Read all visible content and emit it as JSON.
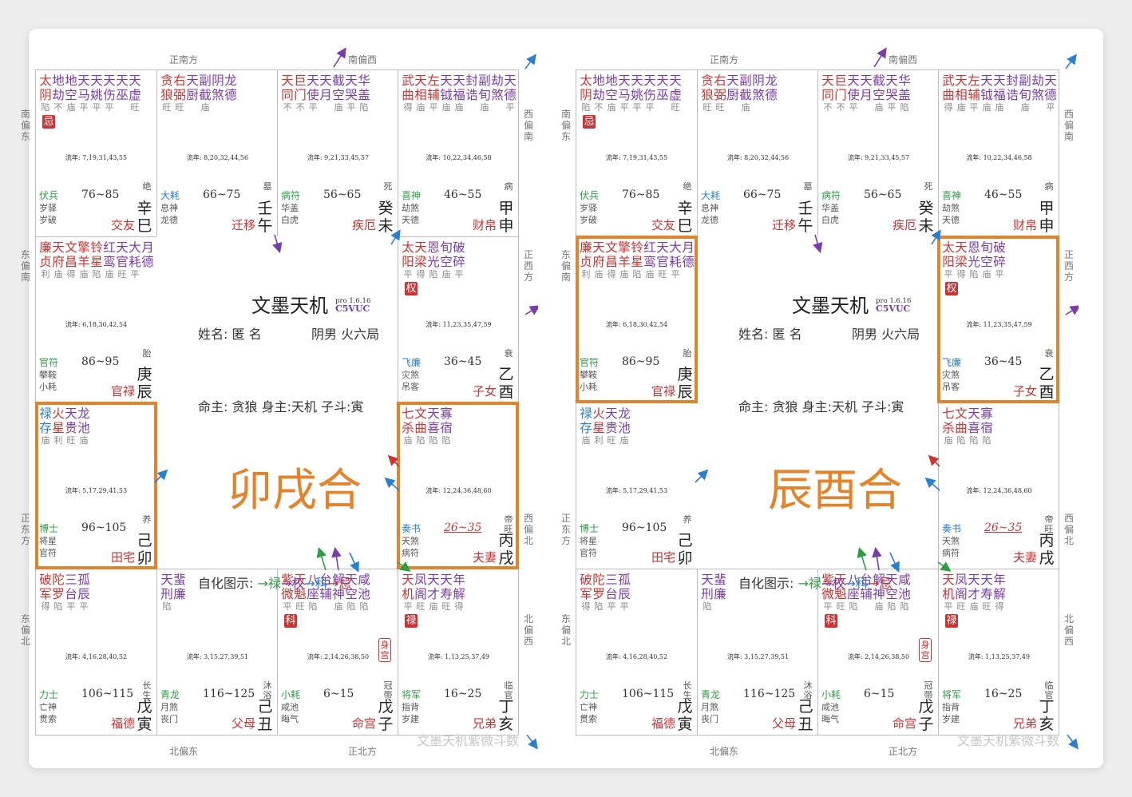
{
  "directions": {
    "top_left": "正南方",
    "top_right": "南偏西",
    "bottom_left": "北偏东",
    "bottom_right": "正北方",
    "left": [
      "南偏东",
      "东偏南",
      "正东方",
      "东偏北"
    ],
    "right": [
      "西偏南",
      "正西方",
      "西偏北",
      "北偏西"
    ]
  },
  "center": {
    "title": "文墨天机",
    "version": "pro 1.6.16",
    "code": "C5VUC",
    "name_line": "姓名: 匿 名",
    "gender_line": "阴男 火六局",
    "ming_line": "命主: 贪狼 身主:天机 子斗:寅",
    "zihua_label": "自化图示: ",
    "zihua_seq": [
      {
        "t": "→禄",
        "c": "#2e9e44"
      },
      {
        "t": "→权",
        "c": "#7a3cab"
      },
      {
        "t": "→科",
        "c": "#2a7fd1"
      },
      {
        "t": "→忌",
        "c": "#c33"
      }
    ]
  },
  "charts": [
    {
      "big_label": "卯戌合"
    },
    {
      "big_label": "辰酉合"
    }
  ],
  "palaces": [
    {
      "stars": [
        [
          "太",
          "地",
          "地",
          "天",
          "天",
          "天",
          "天",
          "天"
        ],
        [
          "阴",
          "劫",
          "空",
          "马",
          "姚",
          "伤",
          "巫",
          "虚"
        ]
      ],
      "colors": [
        "#c33",
        "#7a3cab",
        "#7a3cab",
        "#7a3cab",
        "#7a3cab",
        "#7a3cab",
        "#7a3cab",
        "#7a3cab"
      ],
      "brightness": [
        "陷",
        "不",
        "庙",
        "平",
        "平",
        "平",
        "",
        "旺"
      ],
      "mutagen": "忌",
      "liunian": "流年: 7,19,31,43,55",
      "gods": [
        "伏兵",
        "岁驿",
        "岁破"
      ],
      "age": "76~85",
      "zhangsheng": "绝",
      "palace": "交友",
      "ganzhi": "辛巳"
    },
    {
      "stars": [
        [
          "贪",
          "右",
          "天",
          "副",
          "阴",
          "龙"
        ],
        [
          "狼",
          "弼",
          "厨",
          "截",
          "煞",
          "德"
        ]
      ],
      "colors": [
        "#c33",
        "#c33",
        "#7a3cab",
        "#7a3cab",
        "#7a3cab",
        "#7a3cab"
      ],
      "brightness": [
        "旺",
        "旺",
        "",
        "庙",
        "",
        ""
      ],
      "mutagen": "",
      "liunian": "流年: 8,20,32,44,56",
      "gods": [
        "大耗",
        "息神",
        "龙德"
      ],
      "age": "66~75",
      "zhangsheng": "墓",
      "palace": "迁移",
      "ganzhi": "壬午"
    },
    {
      "stars": [
        [
          "天",
          "巨",
          "天",
          "天",
          "截",
          "天",
          "华"
        ],
        [
          "同",
          "门",
          "使",
          "月",
          "空",
          "哭",
          "盖"
        ]
      ],
      "colors": [
        "#c33",
        "#c33",
        "#7a3cab",
        "#7a3cab",
        "#7a3cab",
        "#7a3cab",
        "#7a3cab"
      ],
      "brightness": [
        "不",
        "不",
        "平",
        "",
        "庙",
        "平",
        "陷"
      ],
      "mutagen": "",
      "liunian": "流年: 9,21,33,45,57",
      "gods": [
        "病符",
        "华盖",
        "白虎"
      ],
      "age": "56~65",
      "zhangsheng": "死",
      "palace": "疾厄",
      "ganzhi": "癸未"
    },
    {
      "stars": [
        [
          "武",
          "天",
          "左",
          "天",
          "天",
          "封",
          "副",
          "劫",
          "天"
        ],
        [
          "曲",
          "相",
          "辅",
          "钺",
          "福",
          "诰",
          "旬",
          "煞",
          "德"
        ]
      ],
      "colors": [
        "#c33",
        "#c33",
        "#c33",
        "#7a3cab",
        "#7a3cab",
        "#7a3cab",
        "#7a3cab",
        "#7a3cab",
        "#7a3cab"
      ],
      "brightness": [
        "得",
        "庙",
        "平",
        "庙",
        "庙",
        "",
        "庙",
        "",
        "平"
      ],
      "mutagen": "",
      "liunian": "流年: 10,22,34,46,58",
      "gods": [
        "喜神",
        "劫煞",
        "天德"
      ],
      "age": "46~55",
      "zhangsheng": "病",
      "palace": "财帛",
      "ganzhi": "甲申"
    },
    {
      "stars": [
        [
          "廉",
          "天",
          "文",
          "擎",
          "铃",
          "红",
          "天",
          "大",
          "月"
        ],
        [
          "贞",
          "府",
          "昌",
          "羊",
          "星",
          "鸾",
          "官",
          "耗",
          "德"
        ]
      ],
      "colors": [
        "#c33",
        "#c33",
        "#c33",
        "#c33",
        "#c33",
        "#7a3cab",
        "#7a3cab",
        "#7a3cab",
        "#7a3cab"
      ],
      "brightness": [
        "利",
        "庙",
        "得",
        "庙",
        "陷",
        "庙",
        "旺",
        "平",
        ""
      ],
      "mutagen": "",
      "liunian": "流年: 6,18,30,42,54",
      "gods": [
        "官符",
        "攀鞍",
        "小耗"
      ],
      "age": "86~95",
      "zhangsheng": "胎",
      "palace": "官禄",
      "ganzhi": "庚辰"
    },
    {
      "stars": [
        [
          "太",
          "天",
          "恩",
          "旬",
          "破"
        ],
        [
          "阳",
          "梁",
          "光",
          "空",
          "碎"
        ]
      ],
      "colors": [
        "#c33",
        "#c33",
        "#7a3cab",
        "#7a3cab",
        "#7a3cab"
      ],
      "brightness": [
        "平",
        "得",
        "陷",
        "庙",
        "平"
      ],
      "mutagen": "权",
      "liunian": "流年: 11,23,35,47,59",
      "gods": [
        "飞廉",
        "灾煞",
        "吊客"
      ],
      "age": "36~45",
      "zhangsheng": "衰",
      "palace": "子女",
      "ganzhi": "乙酉"
    },
    {
      "stars": [
        [
          "禄",
          "火",
          "天",
          "龙"
        ],
        [
          "存",
          "星",
          "贵",
          "池"
        ]
      ],
      "colors": [
        "#2a7fd1",
        "#c33",
        "#7a3cab",
        "#7a3cab"
      ],
      "brightness": [
        "庙",
        "利",
        "旺",
        "庙"
      ],
      "mutagen": "",
      "liunian": "流年: 5,17,29,41,53",
      "gods": [
        "博士",
        "将星",
        "官符"
      ],
      "age": "96~105",
      "zhangsheng": "养",
      "palace": "田宅",
      "ganzhi": "己卯"
    },
    {
      "stars": [
        [
          "七",
          "文",
          "天",
          "寡"
        ],
        [
          "杀",
          "曲",
          "喜",
          "宿"
        ]
      ],
      "colors": [
        "#c33",
        "#c33",
        "#7a3cab",
        "#7a3cab"
      ],
      "brightness": [
        "庙",
        "陷",
        "陷",
        "陷"
      ],
      "mutagen": "",
      "liunian": "流年: 12,24,36,48,60",
      "gods": [
        "奏书",
        "天煞",
        "病符"
      ],
      "age": "26~35",
      "zhangsheng": "帝旺",
      "palace": "夫妻",
      "ganzhi": "丙戌"
    },
    {
      "stars": [
        [
          "破",
          "陀",
          "三",
          "孤"
        ],
        [
          "军",
          "罗",
          "台",
          "辰"
        ]
      ],
      "colors": [
        "#c33",
        "#c33",
        "#7a3cab",
        "#7a3cab"
      ],
      "brightness": [
        "得",
        "陷",
        "平",
        "平"
      ],
      "mutagen": "",
      "liunian": "流年: 4,16,28,40,52",
      "gods": [
        "力士",
        "亡神",
        "贯索"
      ],
      "age": "106~115",
      "zhangsheng": "长生",
      "palace": "福德",
      "ganzhi": "戊寅"
    },
    {
      "stars": [
        [
          "天",
          "蜚"
        ],
        [
          "刑",
          "廉"
        ]
      ],
      "colors": [
        "#7a3cab",
        "#7a3cab"
      ],
      "brightness": [
        "陷",
        ""
      ],
      "mutagen": "",
      "liunian": "流年: 3,15,27,39,51",
      "gods": [
        "青龙",
        "月煞",
        "丧门"
      ],
      "age": "116~125",
      "zhangsheng": "沐浴",
      "palace": "父母",
      "ganzhi": "己丑"
    },
    {
      "stars": [
        [
          "紫",
          "天",
          "八",
          "台",
          "解",
          "天",
          "咸"
        ],
        [
          "微",
          "魁",
          "座",
          "辅",
          "神",
          "空",
          "池"
        ]
      ],
      "colors": [
        "#c33",
        "#c33",
        "#7a3cab",
        "#7a3cab",
        "#7a3cab",
        "#7a3cab",
        "#7a3cab"
      ],
      "brightness": [
        "平",
        "旺",
        "陷",
        "",
        "庙",
        "陷",
        "陷"
      ],
      "mutagen": "科",
      "liunian": "流年: 2,14,26,38,50",
      "gods": [
        "小耗",
        "咸池",
        "晦气"
      ],
      "age": "6~15",
      "zhangsheng": "冠带",
      "palace": "命宫",
      "ganzhi": "戊子",
      "shen": "身宫"
    },
    {
      "stars": [
        [
          "天",
          "凤",
          "天",
          "天",
          "年"
        ],
        [
          "机",
          "阁",
          "才",
          "寿",
          "解"
        ]
      ],
      "colors": [
        "#c33",
        "#7a3cab",
        "#7a3cab",
        "#7a3cab",
        "#7a3cab"
      ],
      "brightness": [
        "平",
        "旺",
        "庙",
        "旺",
        "得"
      ],
      "mutagen": "禄",
      "liunian": "流年: 1,13,25,37,49",
      "gods": [
        "将军",
        "指背",
        "岁建"
      ],
      "age": "16~25",
      "zhangsheng": "临官",
      "palace": "兄弟",
      "ganzhi": "丁亥"
    }
  ],
  "watermark": "文墨天机紫微斗数"
}
